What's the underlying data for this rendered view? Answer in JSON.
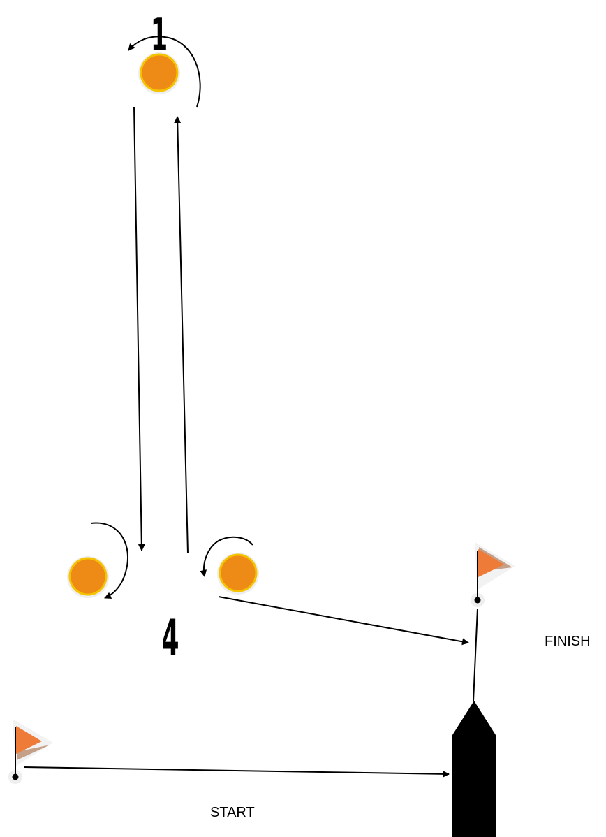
{
  "diagram": {
    "marks": [
      {
        "id": "mark-1",
        "number": "1"
      },
      {
        "id": "mark-4-left",
        "number": ""
      },
      {
        "id": "mark-4-right",
        "number": "4"
      }
    ],
    "labels": {
      "finish": "FINISH",
      "start": "START"
    },
    "colors": {
      "buoy_fill": "#ee8a16",
      "buoy_outline": "#f5c300",
      "flag": "#ee7b38",
      "flag_shadow": "#c4a088",
      "committee_boat": "#000000"
    },
    "icons": {
      "buoy": "buoy-icon",
      "flag": "flag-icon",
      "boat": "committee-boat-icon"
    }
  }
}
